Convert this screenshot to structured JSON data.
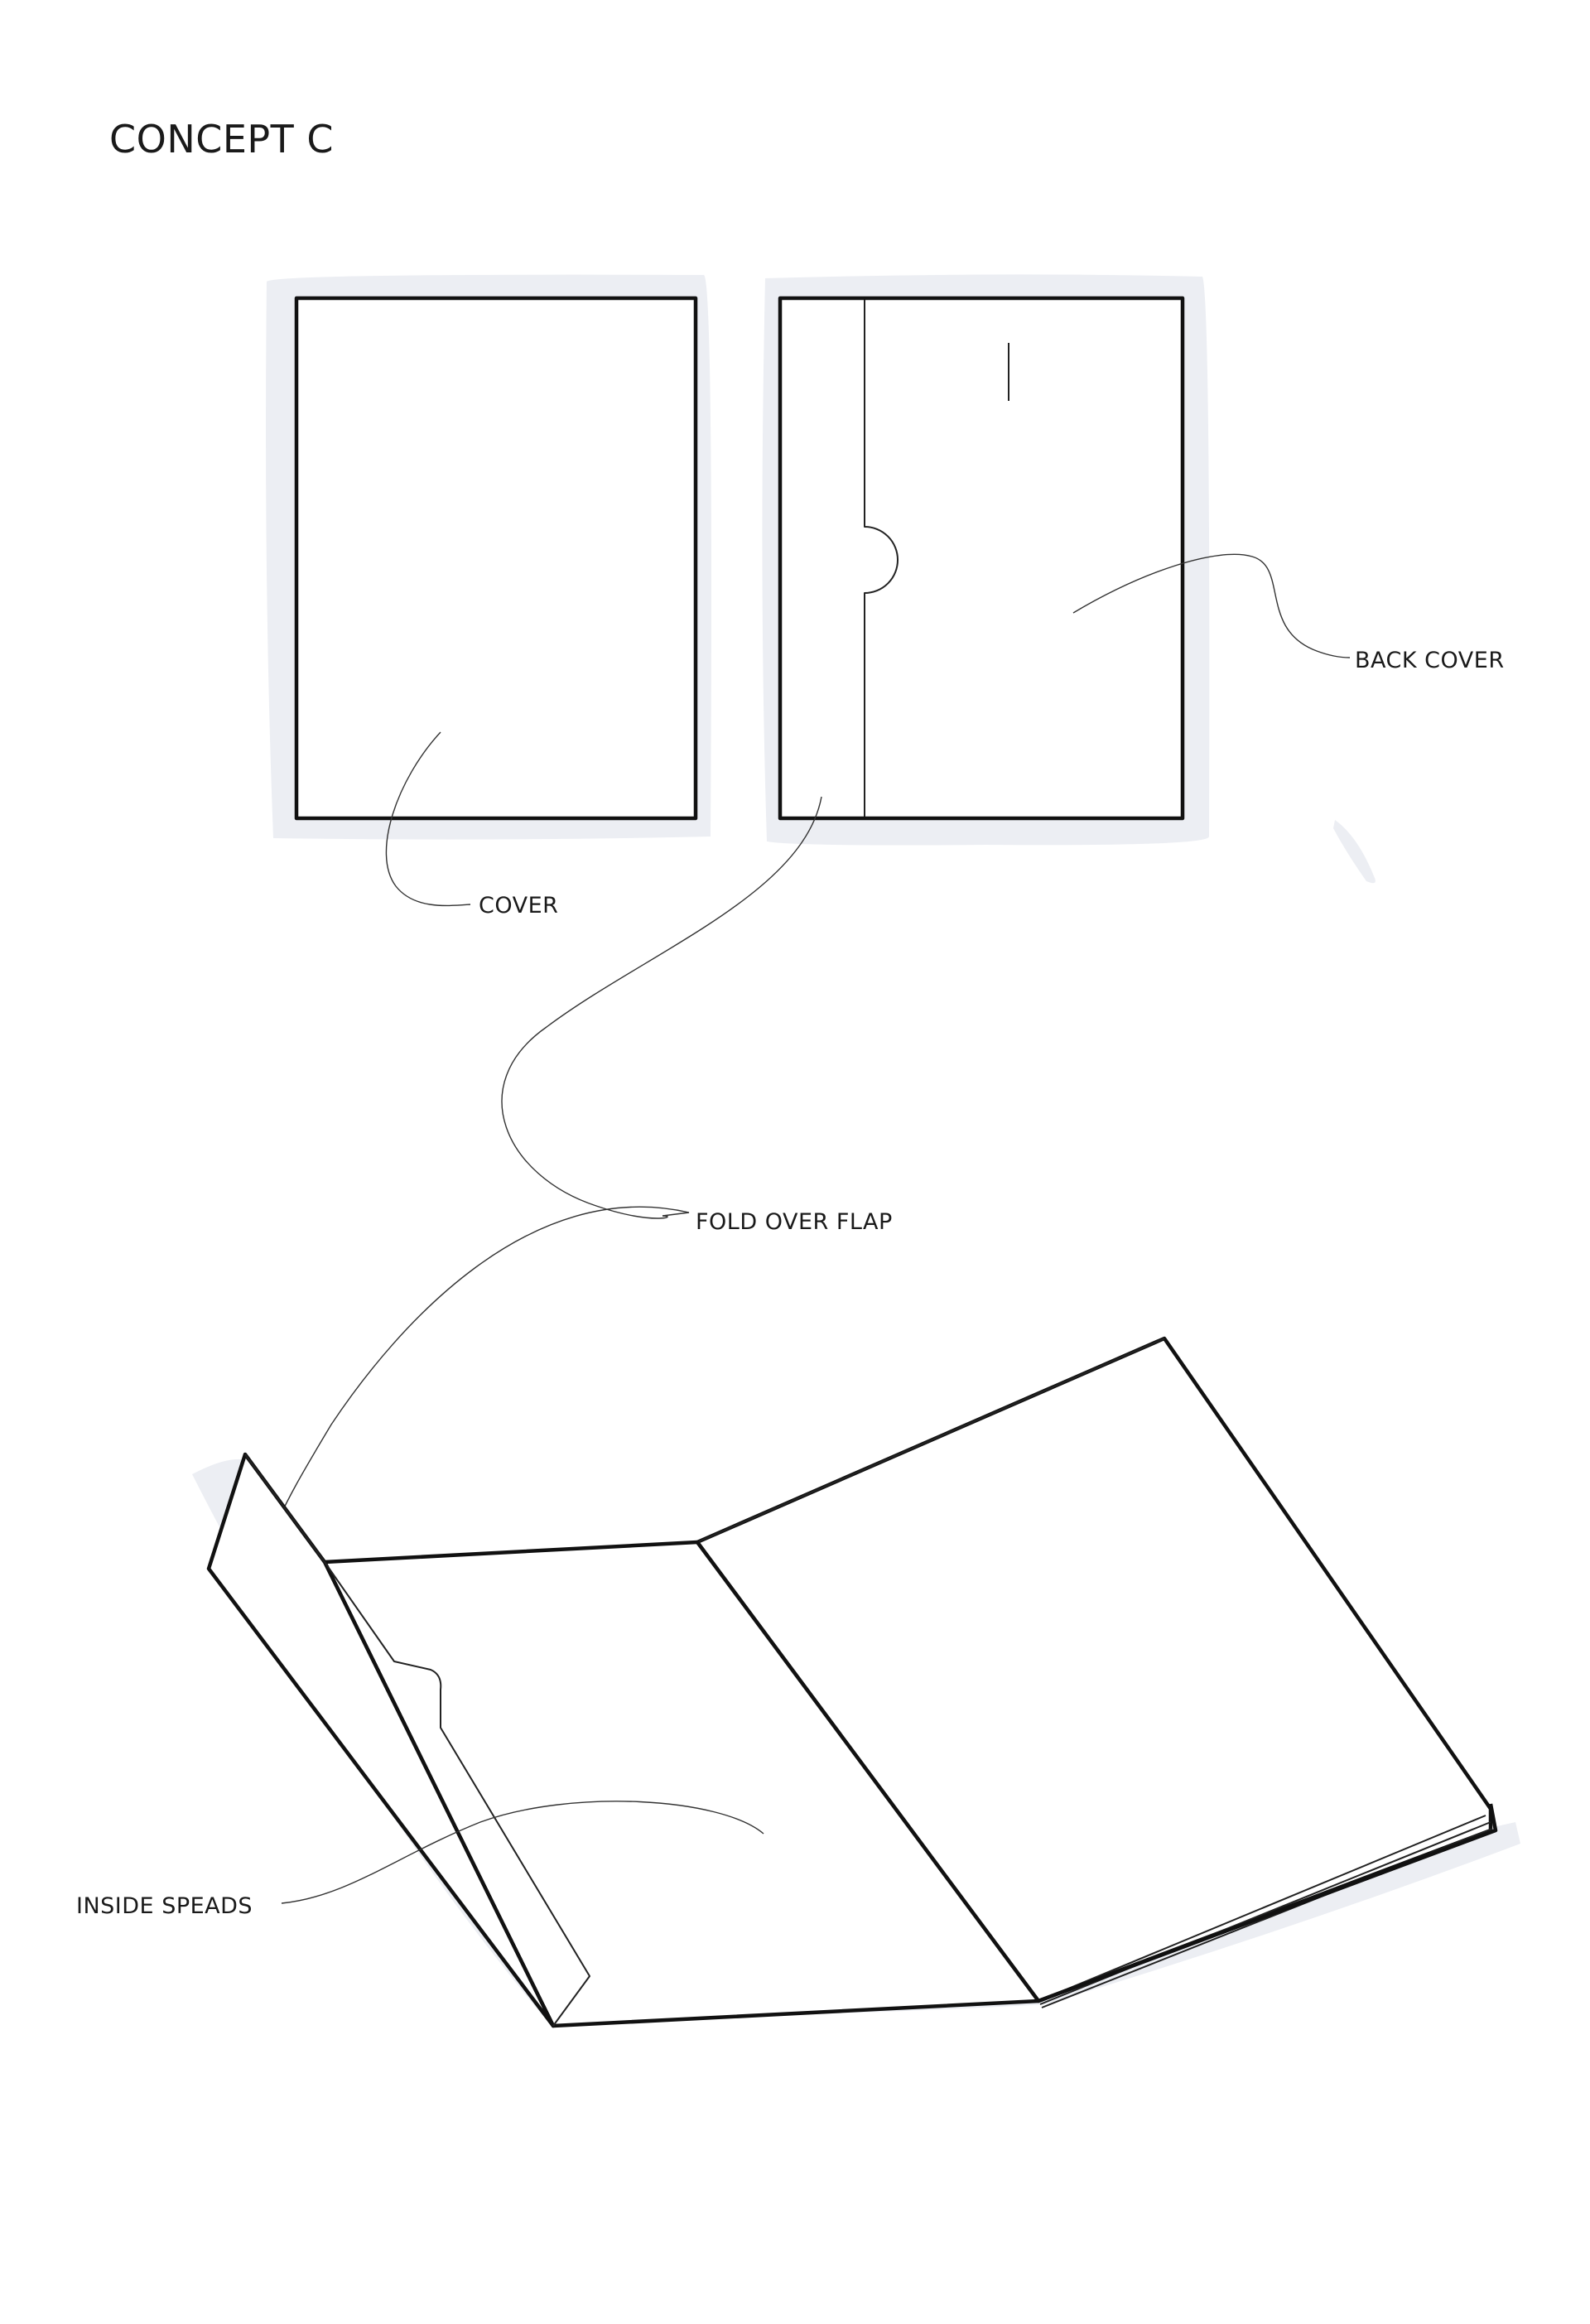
{
  "title": "CONCEPT C",
  "labels": {
    "cover": "COVER",
    "back_cover": "BACK COVER",
    "fold_over_flap": "FOLD OVER FLAP",
    "inside_spreads": "INSIDE SPEADS"
  }
}
